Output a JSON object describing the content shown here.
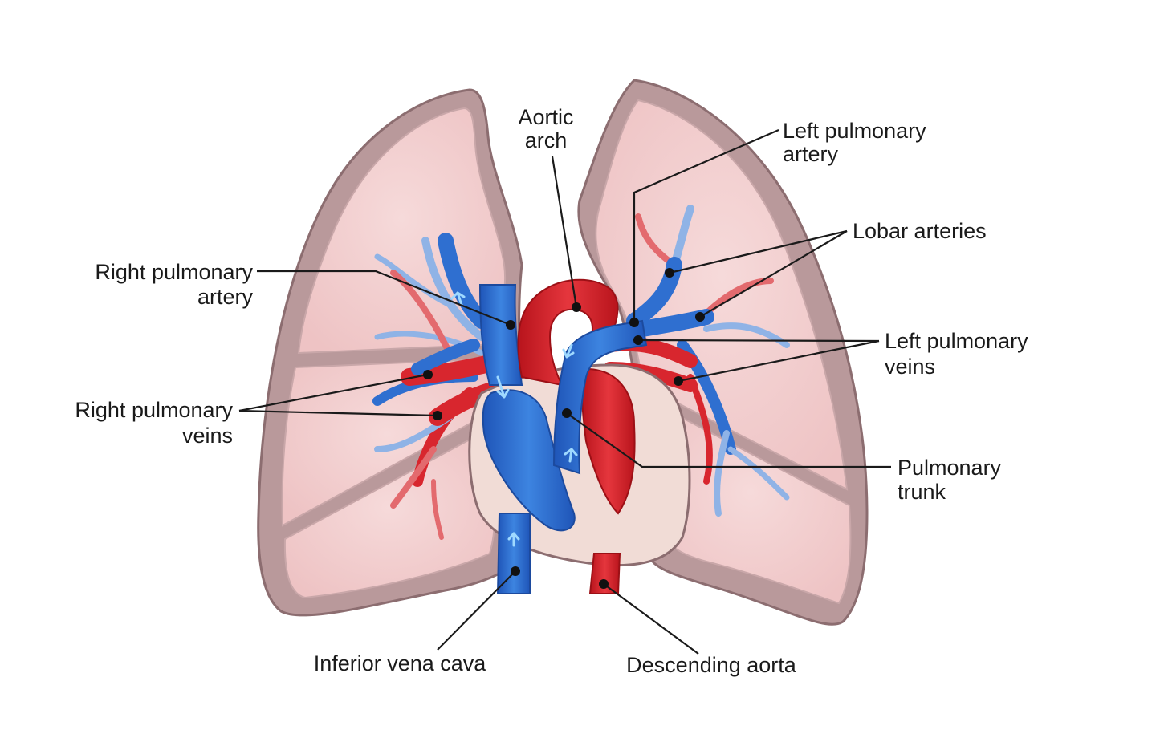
{
  "labels": {
    "aortic_arch": [
      "Aortic",
      "arch"
    ],
    "left_pulmonary_artery": [
      "Left pulmonary",
      "artery"
    ],
    "lobar_arteries": [
      "Lobar arteries"
    ],
    "right_pulmonary_artery": [
      "Right pulmonary",
      "artery"
    ],
    "left_pulmonary_veins": [
      "Left pulmonary",
      "veins"
    ],
    "right_pulmonary_veins": [
      "Right pulmonary",
      "veins"
    ],
    "pulmonary_trunk": [
      "Pulmonary",
      "trunk"
    ],
    "inferior_vena_cava": [
      "Inferior vena cava"
    ],
    "descending_aorta": [
      "Descending aorta"
    ]
  },
  "colors": {
    "lung_outline": "#a98789",
    "lung_fill": "#f3cfcf",
    "artery_red": "#d8262e",
    "vein_blue": "#2f6fd0",
    "pericardium": "#f1dcd6",
    "leader": "#1a1a1a"
  }
}
